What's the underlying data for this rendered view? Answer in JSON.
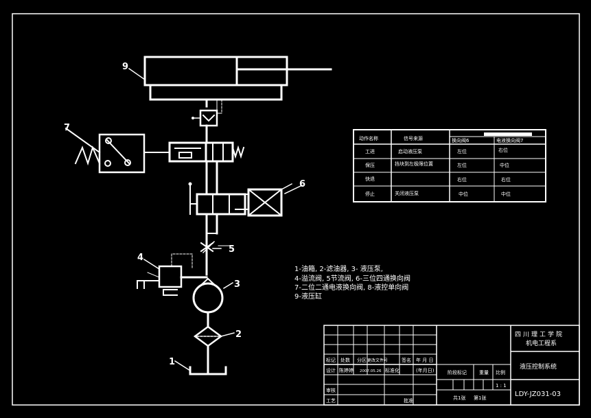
{
  "callouts": [
    "1",
    "2",
    "3",
    "4",
    "5",
    "6",
    "7",
    "9"
  ],
  "legend": [
    "1-油箱, 2-滤油器, 3- 液压泵,",
    "4-溢流阀, 5节流阀, 6-三位四通换向阀",
    "7-二位二通电液换向阀, 8-液控单向阀",
    "9-液压缸"
  ],
  "action_table": {
    "headers": [
      "动作名称",
      "信号来源",
      "换向阀6",
      "电液换向阀7"
    ],
    "rows": [
      [
        "工进",
        "启动液压泵",
        "左位",
        "右位"
      ],
      [
        "保压",
        "挡块到左极限位置",
        "左位",
        "中位"
      ],
      [
        "快退",
        "",
        "右位",
        "右位"
      ],
      [
        "停止",
        "关闭液压泵",
        "中位",
        "中位"
      ]
    ]
  },
  "title_block": {
    "school": "四川理工学院",
    "department": "机电工程系",
    "drawing_title": "液压控制系统",
    "drawing_number": "LDY-JZ031-03",
    "scale": "1 : 1",
    "labels": {
      "mark": "标记",
      "count": "处数",
      "zone": "分区",
      "change_doc": "更改文件号",
      "sign": "签名",
      "ymd": "年 月 日",
      "design": "设计",
      "designer": "陈婷婷",
      "date": "2007.05.26",
      "standard": "标准化",
      "ymd2": "(年月日)",
      "stage_mark": "阶段标记",
      "weight": "重量",
      "scale_label": "比例",
      "review": "审核",
      "process": "工艺",
      "approve": "批准",
      "sheets": "共1张",
      "sheet_no": "第1张"
    }
  }
}
